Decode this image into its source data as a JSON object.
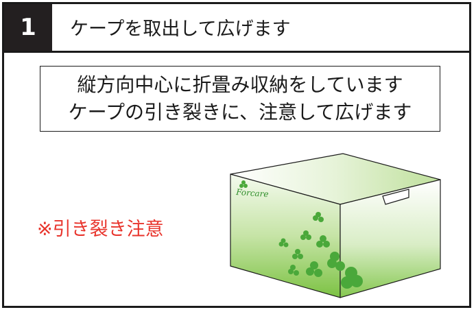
{
  "step": {
    "number": "1",
    "title": "ケープを取出して広げます"
  },
  "note": {
    "line1": "縦方向中心に折畳み収納をしています",
    "line2": "ケープの引き裂きに、注意して広げます"
  },
  "warning": {
    "text": "※引き裂き注意"
  },
  "illustration": {
    "brand": "Forcare"
  },
  "colors": {
    "badge": "#231f20",
    "warning": "#e8342c",
    "box_green": "#7cc243",
    "border": "#1a1a1a"
  }
}
